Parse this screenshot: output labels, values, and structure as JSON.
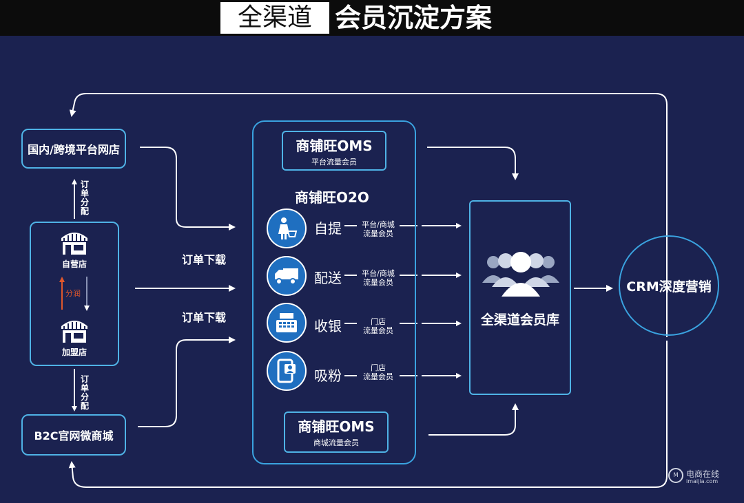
{
  "header": {
    "title_part1": "全渠道",
    "title_part2": "会员沉淀方案"
  },
  "left": {
    "shop_platform": "国内/跨境平台网店",
    "b2c": "B2C官网微商城",
    "order_distribute_top": "订单分配",
    "order_distribute_bottom": "订单分配",
    "self_store": "自营店",
    "franchise_store": "加盟店",
    "profit_share": "分润",
    "store_icon": "storefront-icon"
  },
  "flow": {
    "download_top": "订单下载",
    "download_bottom": "订单下载"
  },
  "center": {
    "oms_top_title": "商铺旺OMS",
    "oms_top_sub": "平台流量会员",
    "o2o_title": "商铺旺O2O",
    "items": [
      {
        "icon": "person-cart-icon",
        "label": "自提",
        "sub1": "平台/商城",
        "sub2": "流量会员"
      },
      {
        "icon": "delivery-truck-icon",
        "label": "配送",
        "sub1": "平台/商城",
        "sub2": "流量会员"
      },
      {
        "icon": "cash-register-icon",
        "label": "收银",
        "sub1": "门店",
        "sub2": "流量会员"
      },
      {
        "icon": "phone-profile-icon",
        "label": "吸粉",
        "sub1": "门店",
        "sub2": "流量会员"
      }
    ],
    "oms_bottom_title": "商铺旺OMS",
    "oms_bottom_sub": "商城流量会员"
  },
  "member": {
    "label": "全渠道会员库",
    "icon": "people-group-icon"
  },
  "crm": {
    "label": "CRM深度营销"
  },
  "watermark": {
    "name": "电商在线",
    "url": "imaijia.com",
    "logo": "M"
  },
  "colors": {
    "background": "#1b2250",
    "line": "#ffffff",
    "border": "#4fb3e6",
    "icon_fill": "#1f6fc0",
    "accent_arrow": "#e0572b"
  }
}
